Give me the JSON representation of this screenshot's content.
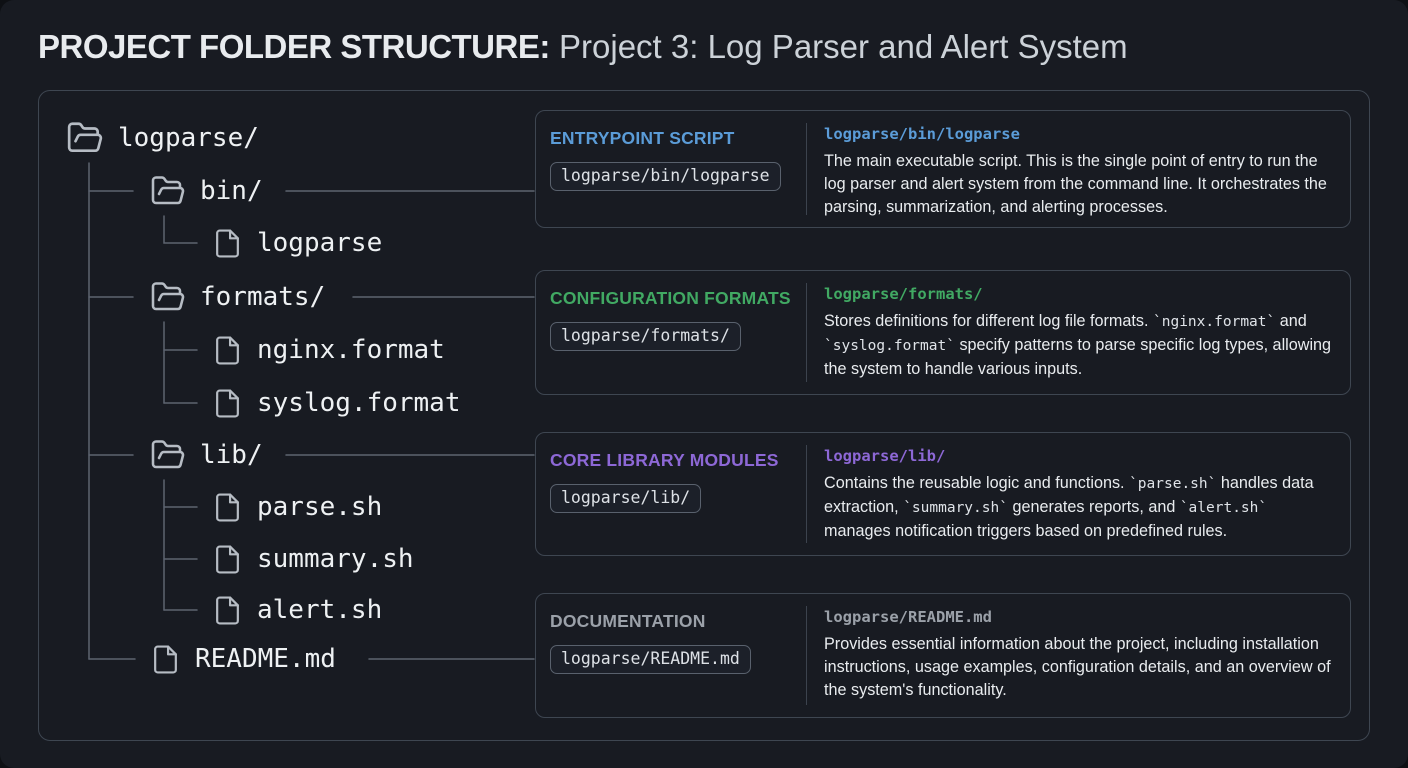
{
  "header": {
    "title_bold": "PROJECT FOLDER STRUCTURE:",
    "title_rest": " Project 3: Log Parser and Alert System"
  },
  "colors": {
    "background": "#181b22",
    "border": "#3e4651",
    "connector_line": "#5d6470",
    "blue_accent": "#5b9cd8",
    "green_accent": "#41a963",
    "purple_accent": "#8d68d6",
    "gray_accent": "#9ba1a9"
  },
  "tree": {
    "items": [
      {
        "label": "logparse/",
        "type": "folder",
        "icon": "folder-open-icon",
        "level": 0
      },
      {
        "label": "bin/",
        "type": "folder",
        "icon": "folder-open-icon",
        "level": 1,
        "connects_to": "entrypoint-script"
      },
      {
        "label": "logparse",
        "type": "file",
        "icon": "file-icon",
        "level": 2
      },
      {
        "label": "formats/",
        "type": "folder",
        "icon": "folder-open-icon",
        "level": 1,
        "connects_to": "configuration-formats"
      },
      {
        "label": "nginx.format",
        "type": "file",
        "icon": "file-icon",
        "level": 2
      },
      {
        "label": "syslog.format",
        "type": "file",
        "icon": "file-icon",
        "level": 2
      },
      {
        "label": "lib/",
        "type": "folder",
        "icon": "folder-open-icon",
        "level": 1,
        "connects_to": "core-library-modules"
      },
      {
        "label": "parse.sh",
        "type": "file",
        "icon": "file-icon",
        "level": 2
      },
      {
        "label": "summary.sh",
        "type": "file",
        "icon": "file-icon",
        "level": 2
      },
      {
        "label": "alert.sh",
        "type": "file",
        "icon": "file-icon",
        "level": 2
      },
      {
        "label": "README.md",
        "type": "file",
        "icon": "file-icon",
        "level": 1,
        "connects_to": "documentation"
      }
    ]
  },
  "cards": [
    {
      "id": "entrypoint-script",
      "accent": "#5b9cd8",
      "title": "ENTRYPOINT SCRIPT",
      "chip": "logparse/bin/logparse",
      "path": "logparse/bin/logparse",
      "description": [
        {
          "t": "The main executable script. This is the single point of entry to run the log parser and alert system from the command line. It orchestrates the parsing, summarization, and alerting processes."
        }
      ]
    },
    {
      "id": "configuration-formats",
      "accent": "#41a963",
      "title": "CONFIGURATION FORMATS",
      "chip": "logparse/formats/",
      "path": "logparse/formats/",
      "description": [
        {
          "t": "Stores definitions for different log file formats. "
        },
        {
          "c": "`nginx.format`"
        },
        {
          "t": " and "
        },
        {
          "c": "`syslog.format`"
        },
        {
          "t": " specify patterns to parse specific log types, allowing the system to handle various inputs."
        }
      ]
    },
    {
      "id": "core-library-modules",
      "accent": "#8d68d6",
      "title": "CORE LIBRARY MODULES",
      "chip": "logparse/lib/",
      "path": "logparse/lib/",
      "description": [
        {
          "t": "Contains the reusable logic and functions. "
        },
        {
          "c": "`parse.sh`"
        },
        {
          "t": " handles data extraction, "
        },
        {
          "c": "`summary.sh`"
        },
        {
          "t": " generates reports, and "
        },
        {
          "c": "`alert.sh`"
        },
        {
          "t": " manages notification triggers based on predefined rules."
        }
      ]
    },
    {
      "id": "documentation",
      "accent": "#9ba1a9",
      "title": "DOCUMENTATION",
      "chip": "logparse/README.md",
      "path": "logparse/README.md",
      "description": [
        {
          "t": "Provides essential information about the project, including installation instructions, usage examples, configuration details, and an overview of the system's functionality."
        }
      ]
    }
  ]
}
